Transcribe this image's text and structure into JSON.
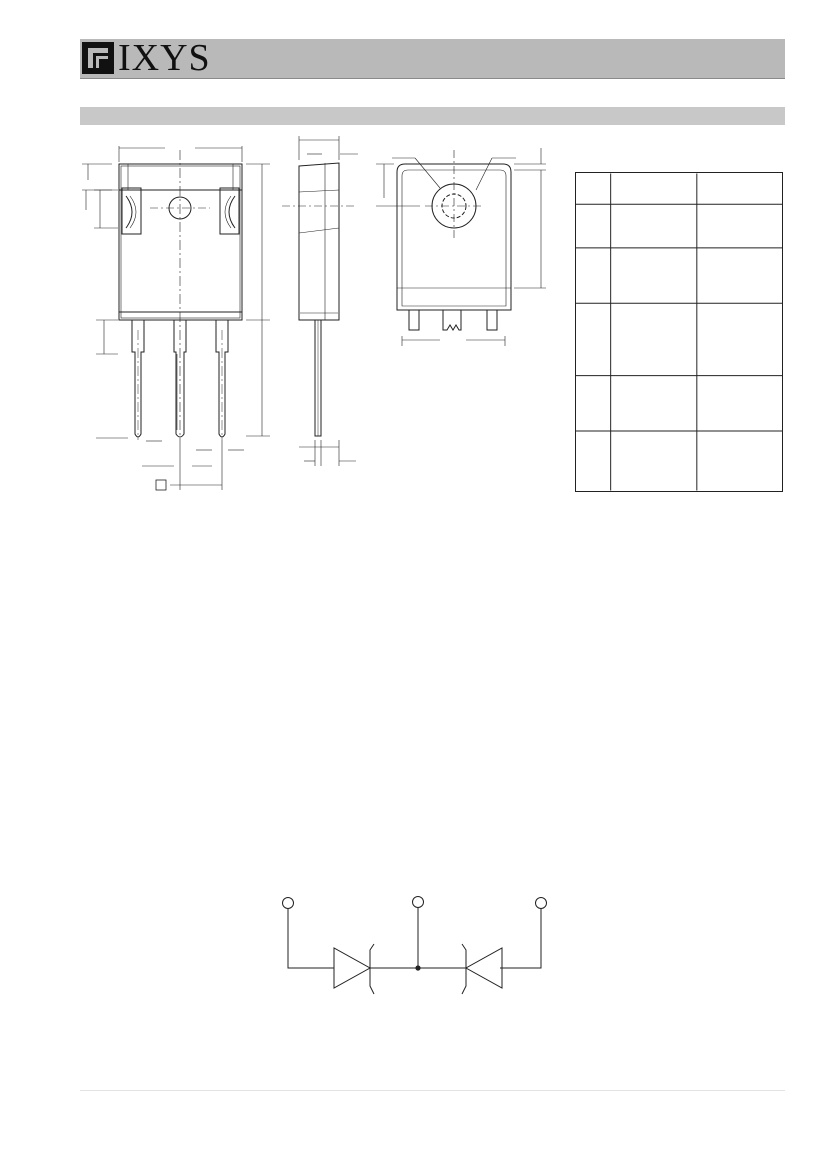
{
  "header": {
    "logo_text": "IXYS",
    "background_color": "#b9b9b9"
  },
  "section_bar": {
    "background_color": "#c8c8c8"
  },
  "package_outline": {
    "views": [
      "front-view",
      "side-view",
      "back-view"
    ]
  },
  "dimension_table": {
    "rows": 6,
    "columns": 3
  },
  "schematic": {
    "terminals": 3,
    "diodes": 2,
    "diode_type": "avalanche"
  }
}
